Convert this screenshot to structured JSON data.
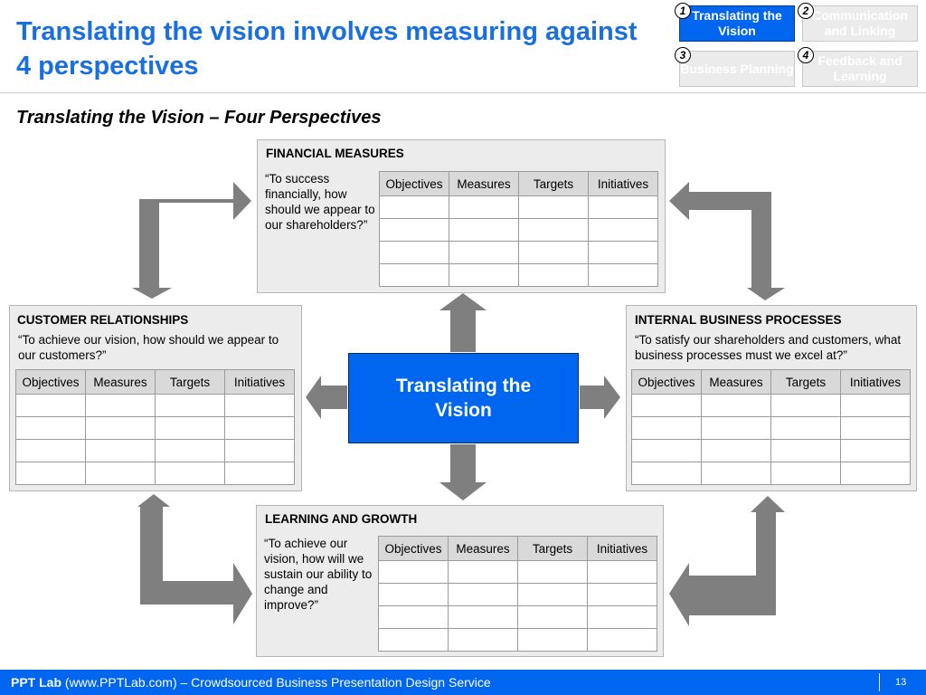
{
  "title": "Translating the vision involves measuring against 4 perspectives",
  "subtitle": "Translating the Vision – Four Perspectives",
  "nav": [
    {
      "num": "1",
      "label": "Translating the Vision",
      "active": true
    },
    {
      "num": "2",
      "label": "Communication and Linking",
      "active": false
    },
    {
      "num": "3",
      "label": "Business Planning",
      "active": false
    },
    {
      "num": "4",
      "label": "Feedback and Learning",
      "active": false
    }
  ],
  "table_headers": [
    "Objectives",
    "Measures",
    "Targets",
    "Initiatives"
  ],
  "panels": {
    "financial": {
      "title": "FINANCIAL MEASURES",
      "question": "“To success financially, how should we appear to our shareholders?”"
    },
    "customer": {
      "title": "CUSTOMER RELATIONSHIPS",
      "question": "“To achieve our vision, how should we appear to our customers?”"
    },
    "internal": {
      "title": "INTERNAL BUSINESS PROCESSES",
      "question": "“To satisfy our shareholders and customers, what business processes must we excel at?”"
    },
    "learning": {
      "title": "LEARNING AND GROWTH",
      "question": "“To achieve our vision, how will we sustain our ability to change and improve?”"
    }
  },
  "center": "Translating the Vision",
  "footer": {
    "brand": "PPT Lab",
    "text": " (www.PPTLab.com) – Crowdsourced Business Presentation Design Service",
    "page": "13"
  },
  "colors": {
    "accent": "#0066f0",
    "arrow": "#7f7f7f",
    "panel": "#ececec"
  }
}
